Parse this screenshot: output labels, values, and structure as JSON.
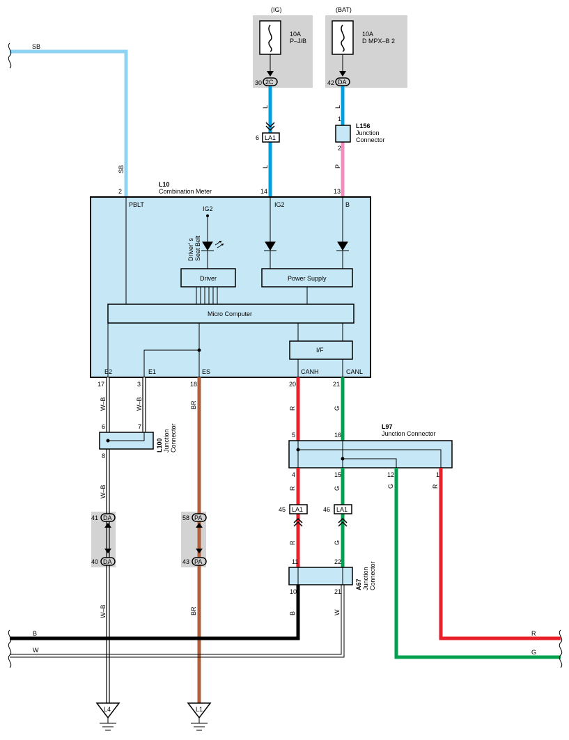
{
  "fuses": [
    {
      "group": "(IG)",
      "rating": "10A",
      "name": "P–J/B",
      "pin": "30",
      "conn": "2C"
    },
    {
      "group": "(BAT)",
      "rating": "10A",
      "name": "D MPX–B 2",
      "pin": "42",
      "conn": "DA"
    }
  ],
  "meter": {
    "id": "L10",
    "name": "Combination Meter",
    "pins_top": [
      {
        "num": "2",
        "name": "PBLT"
      },
      {
        "num": "14",
        "name": "IG2"
      },
      {
        "num": "13",
        "name": "B"
      }
    ],
    "pins_bottom": [
      {
        "num": "17",
        "name": "E2"
      },
      {
        "num": "3",
        "name": "E1"
      },
      {
        "num": "18",
        "name": "ES"
      },
      {
        "num": "20",
        "name": "CANH"
      },
      {
        "num": "21",
        "name": "CANL"
      }
    ],
    "ig2_label": "IG2",
    "seatbelt_label_1": "Driver’ s",
    "seatbelt_label_2": "Seat Belt",
    "driver": "Driver",
    "power_supply": "Power Supply",
    "micro": "Micro Computer",
    "if": "I/F"
  },
  "connectors": {
    "l156": {
      "id": "L156",
      "line1": "Junction",
      "line2": "Connector",
      "pin_in": "1",
      "pin_out": "2"
    },
    "la1_top": {
      "label": "LA1",
      "pin": "6"
    },
    "l100": {
      "id": "L100",
      "line1": "Junction",
      "line2": "Connector",
      "pin_a": "6",
      "pin_b": "7",
      "pin_out": "8"
    },
    "l97": {
      "id": "L97",
      "name": "Junction Connector",
      "pin_5": "5",
      "pin_16": "16",
      "pin_4": "4",
      "pin_15": "15",
      "pin_12": "12",
      "pin_1": "1"
    },
    "la1_left": {
      "label": "LA1",
      "pin": "45"
    },
    "la1_right": {
      "label": "LA1",
      "pin": "46"
    },
    "a67": {
      "id": "A67",
      "line1": "Junction",
      "line2": "Connector",
      "pin_11": "11",
      "pin_22": "22",
      "pin_10": "10",
      "pin_21": "21"
    },
    "da_pair": {
      "top_pin": "41",
      "top_label": "DA",
      "bottom_pin": "40",
      "bottom_label": "DA"
    },
    "pa_pair": {
      "top_pin": "58",
      "top_label": "PA",
      "bottom_pin": "43",
      "bottom_label": "PA"
    }
  },
  "wire_labels": {
    "sb_top": "SB",
    "sb_vert": "SB",
    "l_ig_1": "L",
    "l_ig_2": "L",
    "l_bat": "L",
    "p_bat": "P",
    "wb_e2": "W–B",
    "wb_e1": "W–B",
    "wb_l100": "W–B",
    "wb_low": "W–B",
    "br_upper": "BR",
    "br_lower": "BR",
    "r_canh_1": "R",
    "r_canh_2": "R",
    "r_l97_4": "R",
    "g_canl_1": "G",
    "g_canl_2": "G",
    "g_l97_15": "G",
    "g_l97_12": "G",
    "r_l97_1": "R",
    "b_a67": "B",
    "w_a67": "W",
    "bus_b": "B",
    "bus_w": "W",
    "bus_r": "R",
    "bus_g": "G"
  },
  "grounds": {
    "left": "L4",
    "right": "L1"
  },
  "colors": {
    "sb": "#8fd3f4",
    "l": "#00a0e0",
    "p": "#f08cc0",
    "r": "#e8202a",
    "g": "#00a050",
    "br": "#b0603a",
    "b": "#000000"
  }
}
